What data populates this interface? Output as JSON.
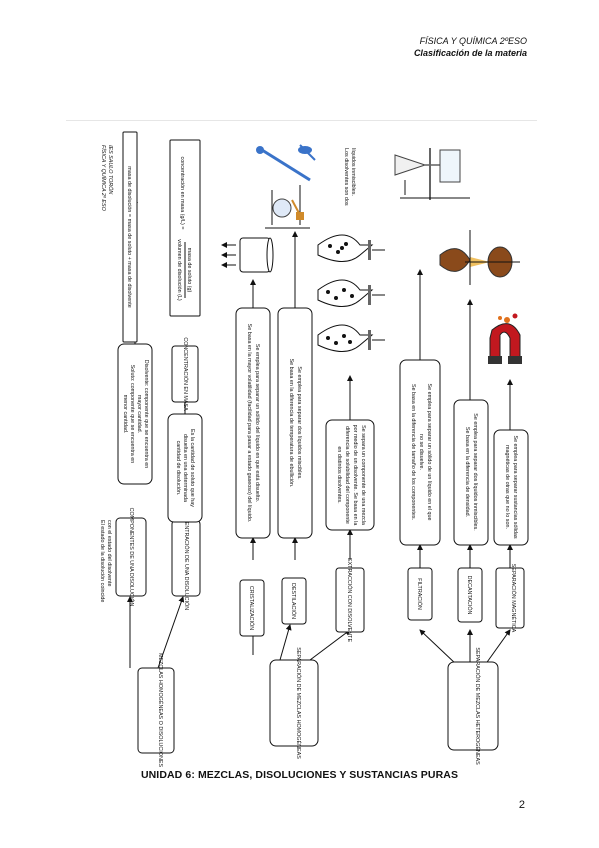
{
  "header": {
    "subject": "FÍSICA Y QUÍMICA 2ºESO",
    "topic": "Clasificación de la materia"
  },
  "diagram": {
    "corner_title": "FÍSICA Y QUÍMICA 2º ESO",
    "corner_school": "IES SAULO TORÓN",
    "mezclas_homogeneas": "MEZCLAS HOMOGÉNEAS O DISOLUCIONES",
    "componentes": "COMPONENTES DE UNA DISOLUCIÓN",
    "componentes_note_1": "El estado de la disolución coincide",
    "componentes_note_2": "con el estado del disolvente",
    "componentes_desc_1": "Disolvente: componente que se encuentra en",
    "componentes_desc_2": "mayor cantidad.",
    "componentes_desc_3": "Soluto: componente que se encuentra en",
    "componentes_desc_4": "menor cantidad.",
    "masa_formula": "masa de disolución = masa de soluto + masa de disolvente",
    "concentracion": "CONCENTRACIÓN DE UNA DISOLUCIÓN",
    "concentracion_desc_1": "Es la cantidad de soluto que hay",
    "concentracion_desc_2": "disuelta en una determinada",
    "concentracion_desc_3": "cantidad de disolución.",
    "conc_masa": "CONCENTRACIÓN EN MASA",
    "conc_formula_lhs": "concentración en masa (g/L) =",
    "conc_formula_num": "masa de soluto (g)",
    "conc_formula_den": "volumen de disolución (L)",
    "separacion_homogeneas": "SEPARACIÓN DE MEZCLAS HOMOGÉNEAS",
    "cristalizacion": "CRISTALIZACIÓN",
    "cristalizacion_desc_1": "Se emplea para separar un sólido del líquido en que está disuelto.",
    "cristalizacion_desc_2": "Se basa en la mayor volatilidad (facilidad para pasar a estado gaseoso) del líquido.",
    "destilacion": "DESTILACIÓN",
    "destilacion_desc_1": "Se emplea para separar dos líquidos miscibles.",
    "destilacion_desc_2": "Se basa en la diferencia de temperatura de ebullición.",
    "extraccion": "EXTRACCIÓN CON DISOLVENTE",
    "extraccion_desc_1": "Se separa un componente de una mezcla",
    "extraccion_desc_2": "por medio de un disolvente. Se basa en la",
    "extraccion_desc_3": "diferencia de solubilidad del componente",
    "extraccion_desc_4": "en distintos disolventes.",
    "disolventes_note_1": "Los disolventes son dos",
    "disolventes_note_2": "líquidos inmiscibles.",
    "separacion_heterogeneas": "SEPARACIÓN DE MEZCLAS HETEROGÉNEAS",
    "filtracion": "FILTRACIÓN",
    "filtracion_desc_1": "Se emplea para separar un sólido de un líquido en el que",
    "filtracion_desc_2": "no se disuelve.",
    "filtracion_desc_3": "Se basa en la diferencia de tamaño de los componentes.",
    "decantacion": "DECANTACIÓN",
    "decantacion_desc_1": "Se emplea para separar dos líquidos inmiscibles.",
    "decantacion_desc_2": "Se basa en la diferencia de densidad.",
    "separacion_magnetica": "SEPARACIÓN MAGNÉTICA",
    "magnetica_desc_1": "Se emplea para separar sustancias sólidas",
    "magnetica_desc_2": "magnéticas de otras que no lo son."
  },
  "footer": {
    "title": "UNIDAD 6: MEZCLAS, DISOLUCIONES Y SUSTANCIAS PURAS",
    "page_number": "2"
  }
}
